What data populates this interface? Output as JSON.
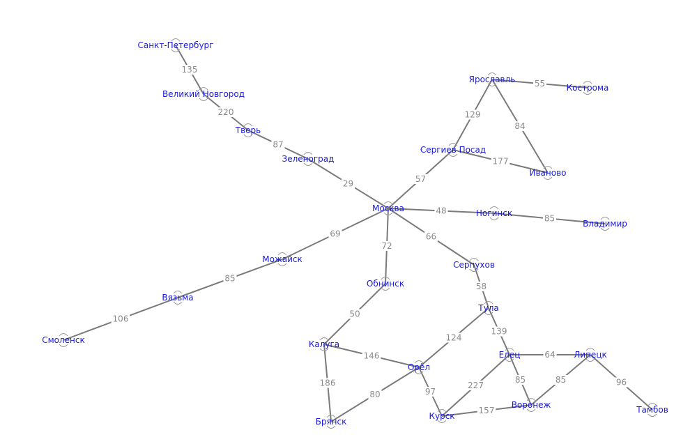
{
  "graph": {
    "colors": {
      "node_text": "#1a1adb",
      "edge_line": "#7a7a7a",
      "edge_text": "#8a8a8a",
      "background": "#ffffff"
    },
    "nodes": [
      {
        "id": "spb",
        "label": "Санкт-Петербург"
      },
      {
        "id": "novgorod",
        "label": "Великий Новгород"
      },
      {
        "id": "tver",
        "label": "Тверь"
      },
      {
        "id": "zelenograd",
        "label": "Зеленоград"
      },
      {
        "id": "moskva",
        "label": "Москва"
      },
      {
        "id": "yaroslavl",
        "label": "Ярославль"
      },
      {
        "id": "kostroma",
        "label": "Кострома"
      },
      {
        "id": "sergiev",
        "label": "Сергиев Посад"
      },
      {
        "id": "ivanovo",
        "label": "Иваново"
      },
      {
        "id": "noginsk",
        "label": "Ногинск"
      },
      {
        "id": "vladimir",
        "label": "Владимир"
      },
      {
        "id": "mozhaisk",
        "label": "Можайск"
      },
      {
        "id": "vyazma",
        "label": "Вязьма"
      },
      {
        "id": "smolensk",
        "label": "Смоленск"
      },
      {
        "id": "obninsk",
        "label": "Обнинск"
      },
      {
        "id": "kaluga",
        "label": "Калуга"
      },
      {
        "id": "serpukhov",
        "label": "Серпухов"
      },
      {
        "id": "tula",
        "label": "Тула"
      },
      {
        "id": "orel",
        "label": "Орёл"
      },
      {
        "id": "bryansk",
        "label": "Брянск"
      },
      {
        "id": "kursk",
        "label": "Курск"
      },
      {
        "id": "elets",
        "label": "Елец"
      },
      {
        "id": "lipetsk",
        "label": "Липецк"
      },
      {
        "id": "voronezh",
        "label": "Воронеж"
      },
      {
        "id": "tambov",
        "label": "Тамбов"
      }
    ],
    "edges": [
      {
        "from": "spb",
        "to": "novgorod",
        "weight": "135"
      },
      {
        "from": "novgorod",
        "to": "tver",
        "weight": "220"
      },
      {
        "from": "tver",
        "to": "zelenograd",
        "weight": "87"
      },
      {
        "from": "zelenograd",
        "to": "moskva",
        "weight": "29"
      },
      {
        "from": "moskva",
        "to": "sergiev",
        "weight": "57"
      },
      {
        "from": "sergiev",
        "to": "yaroslavl",
        "weight": "129"
      },
      {
        "from": "yaroslavl",
        "to": "kostroma",
        "weight": "55"
      },
      {
        "from": "yaroslavl",
        "to": "ivanovo",
        "weight": "84"
      },
      {
        "from": "sergiev",
        "to": "ivanovo",
        "weight": "177"
      },
      {
        "from": "moskva",
        "to": "noginsk",
        "weight": "48"
      },
      {
        "from": "noginsk",
        "to": "vladimir",
        "weight": "85"
      },
      {
        "from": "moskva",
        "to": "mozhaisk",
        "weight": "69"
      },
      {
        "from": "mozhaisk",
        "to": "vyazma",
        "weight": "85"
      },
      {
        "from": "vyazma",
        "to": "smolensk",
        "weight": "106"
      },
      {
        "from": "moskva",
        "to": "obninsk",
        "weight": "72"
      },
      {
        "from": "obninsk",
        "to": "kaluga",
        "weight": "50"
      },
      {
        "from": "moskva",
        "to": "serpukhov",
        "weight": "66"
      },
      {
        "from": "serpukhov",
        "to": "tula",
        "weight": "58"
      },
      {
        "from": "kaluga",
        "to": "orel",
        "weight": "146"
      },
      {
        "from": "kaluga",
        "to": "bryansk",
        "weight": "186"
      },
      {
        "from": "orel",
        "to": "bryansk",
        "weight": "80"
      },
      {
        "from": "tula",
        "to": "orel",
        "weight": "124"
      },
      {
        "from": "orel",
        "to": "kursk",
        "weight": "97"
      },
      {
        "from": "tula",
        "to": "elets",
        "weight": "139"
      },
      {
        "from": "elets",
        "to": "kursk",
        "weight": "227"
      },
      {
        "from": "elets",
        "to": "voronezh",
        "weight": "85"
      },
      {
        "from": "elets",
        "to": "lipetsk",
        "weight": "64"
      },
      {
        "from": "lipetsk",
        "to": "voronezh",
        "weight": "85"
      },
      {
        "from": "lipetsk",
        "to": "tambov",
        "weight": "96"
      },
      {
        "from": "kursk",
        "to": "voronezh",
        "weight": "157"
      }
    ]
  }
}
